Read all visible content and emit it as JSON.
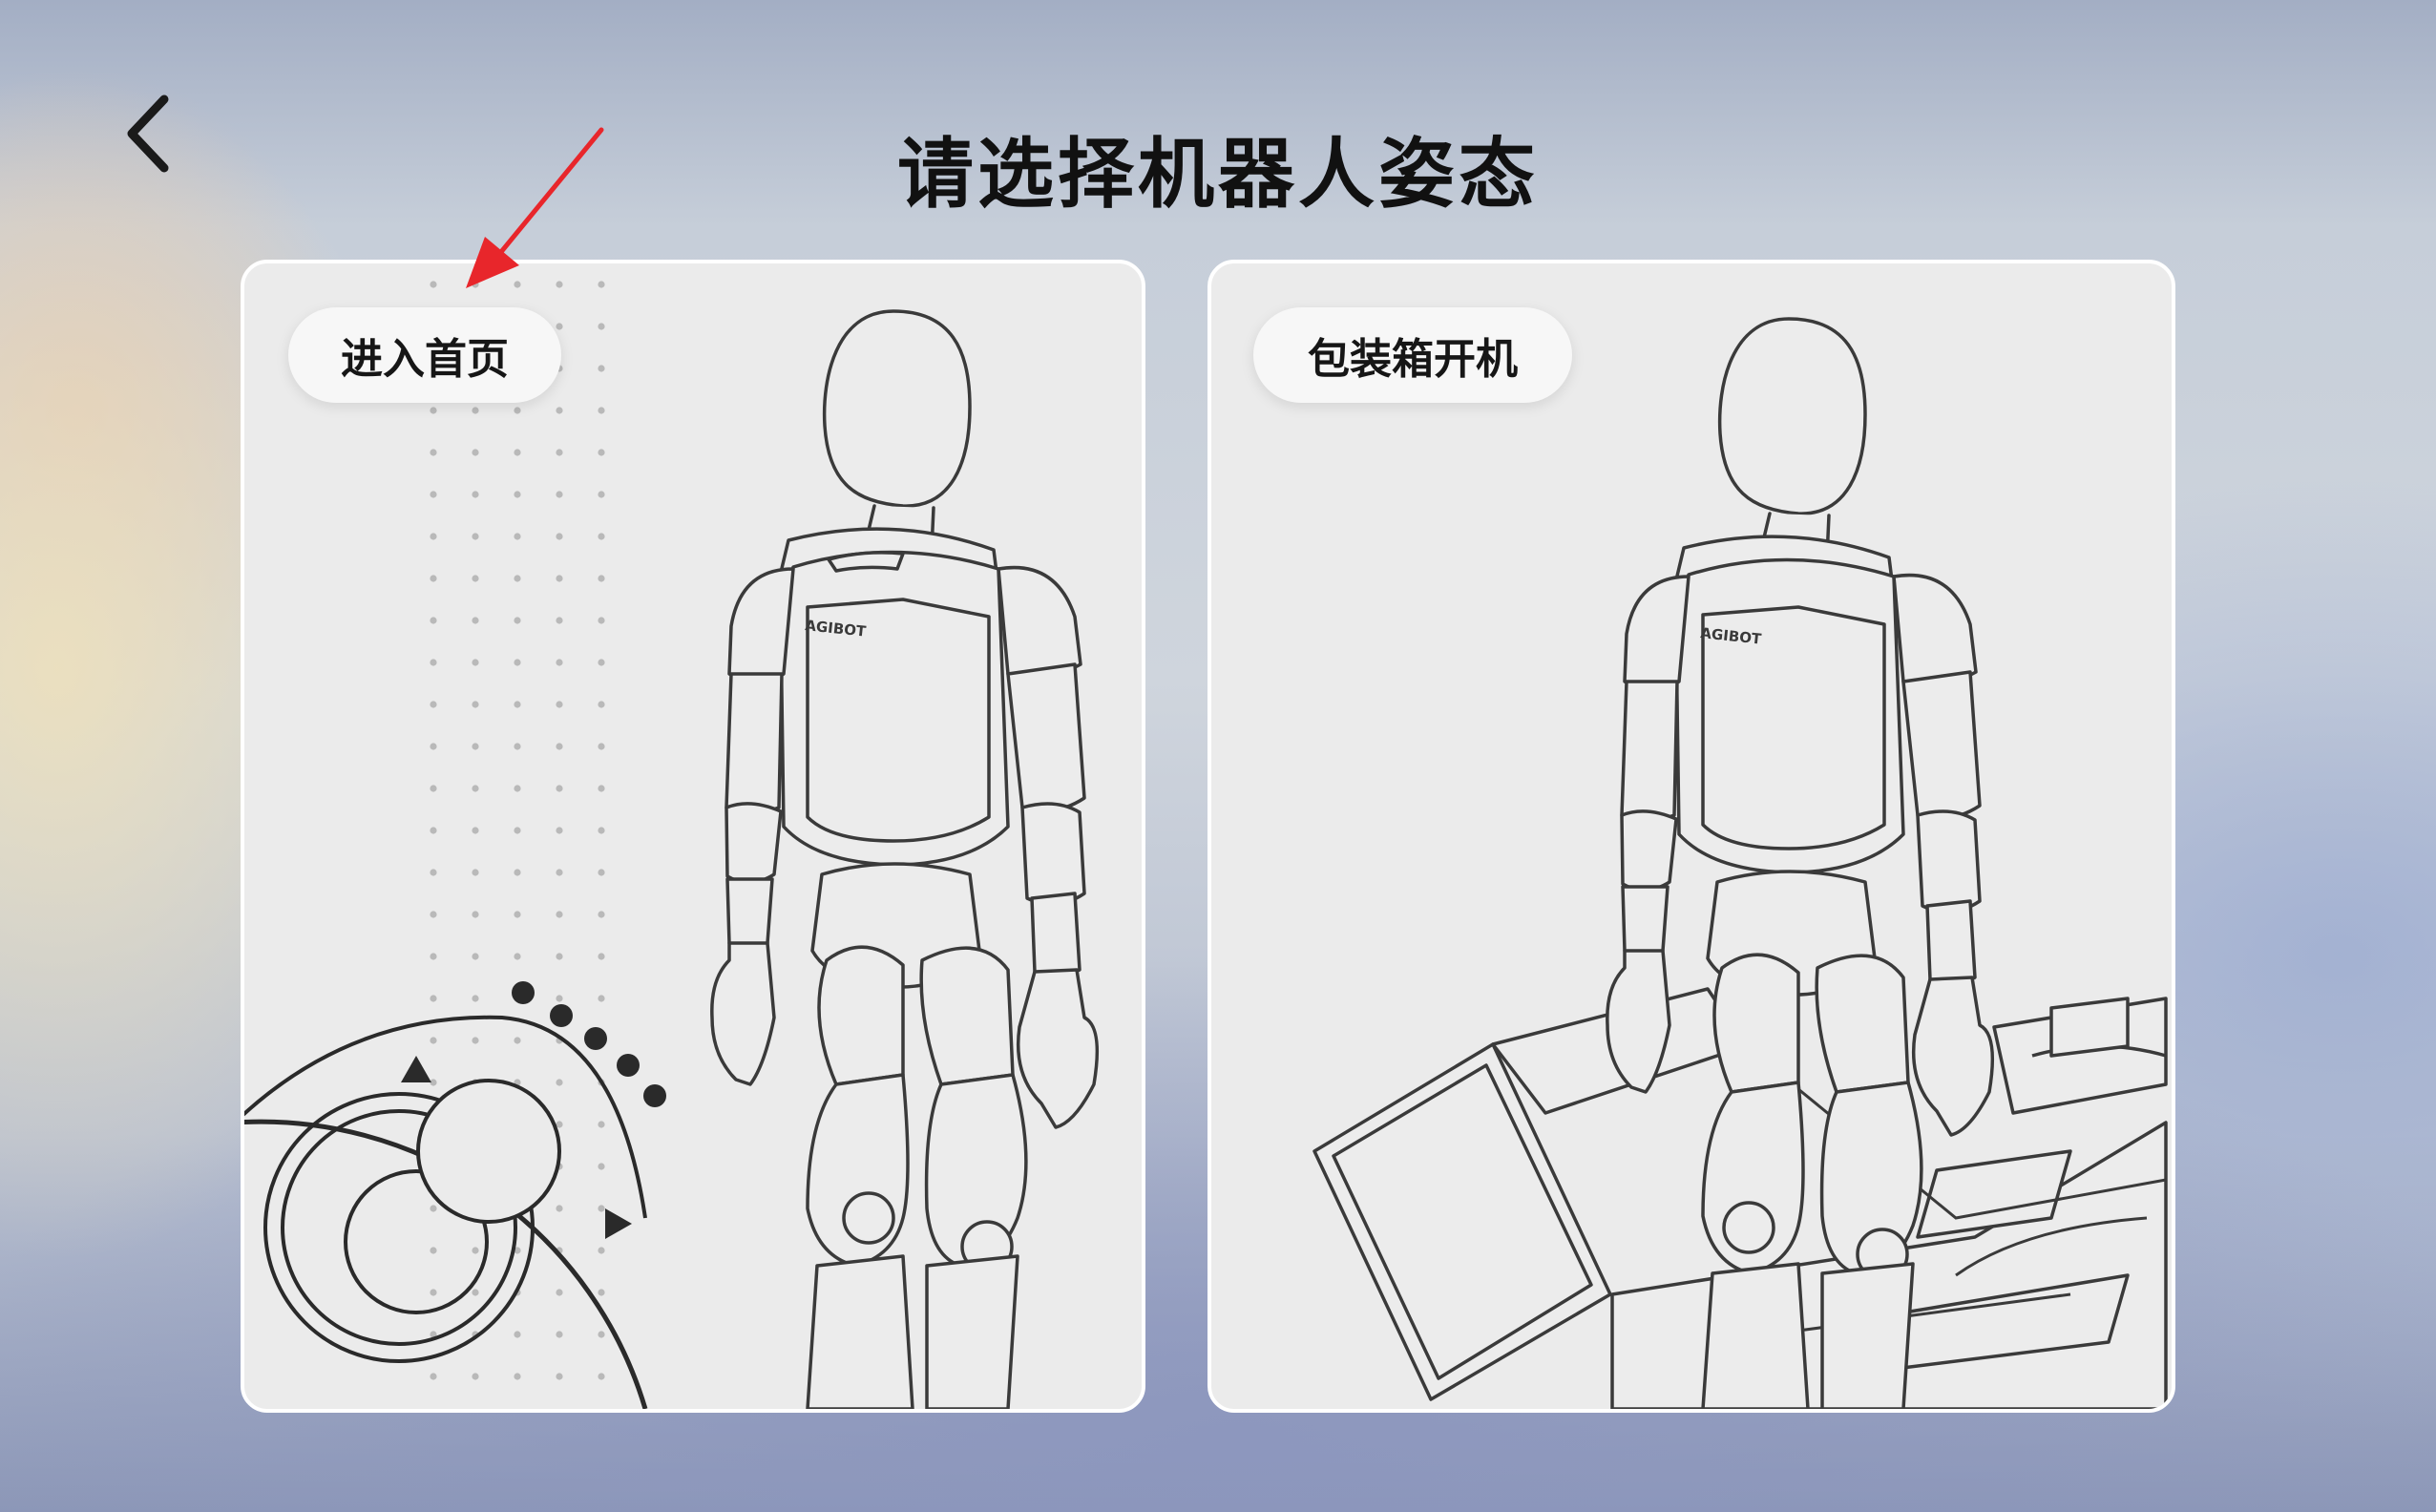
{
  "header": {
    "title": "请选择机器人姿态",
    "back_icon": "chevron-left-icon"
  },
  "cards": [
    {
      "label": "进入首页",
      "illustration": "robot-standing"
    },
    {
      "label": "包装箱开机",
      "illustration": "robot-in-box"
    }
  ],
  "robot_logo_text": "AGIBOT",
  "annotation": {
    "type": "arrow",
    "color": "#e8262b",
    "points_to": "进入首页"
  },
  "colors": {
    "card_background": "#ebebeb",
    "line_art": "#333333",
    "title_text": "#111111"
  }
}
